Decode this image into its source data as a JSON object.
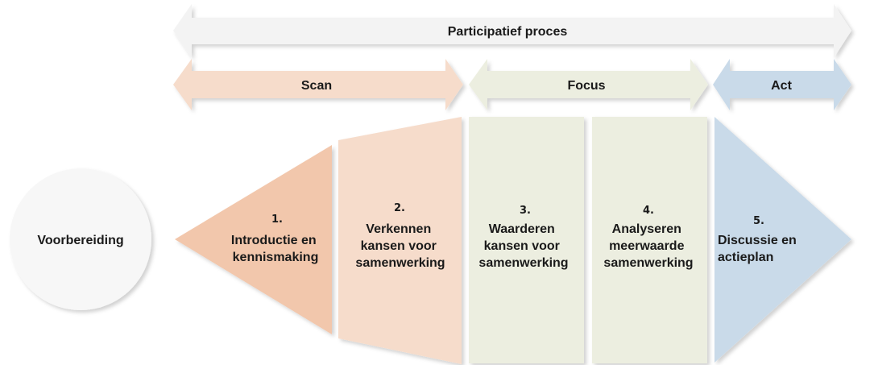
{
  "colors": {
    "scan": "#f6dccb",
    "scan_dark": "#f2c7ac",
    "focus": "#eceee0",
    "act": "#c9dae9",
    "neutral": "#f3f3f3",
    "circle": "#f7f7f7",
    "text": "#1a1a1a"
  },
  "top_band": {
    "label": "Participatief proces"
  },
  "phases": [
    {
      "label": "Scan"
    },
    {
      "label": "Focus"
    },
    {
      "label": "Act"
    }
  ],
  "preparation": {
    "label": "Voorbereiding"
  },
  "steps": [
    {
      "number": "1.",
      "lines": [
        "Introductie en",
        "kennismaking"
      ]
    },
    {
      "number": "2.",
      "lines": [
        "Verkennen",
        "kansen voor",
        "samenwerking"
      ]
    },
    {
      "number": "3.",
      "lines": [
        "Waarderen",
        "kansen voor",
        "samenwerking"
      ]
    },
    {
      "number": "4.",
      "lines": [
        "Analyseren",
        "meerwaarde",
        "samenwerking"
      ]
    },
    {
      "number": "5.",
      "lines": [
        "Discussie en",
        "actieplan"
      ]
    }
  ]
}
